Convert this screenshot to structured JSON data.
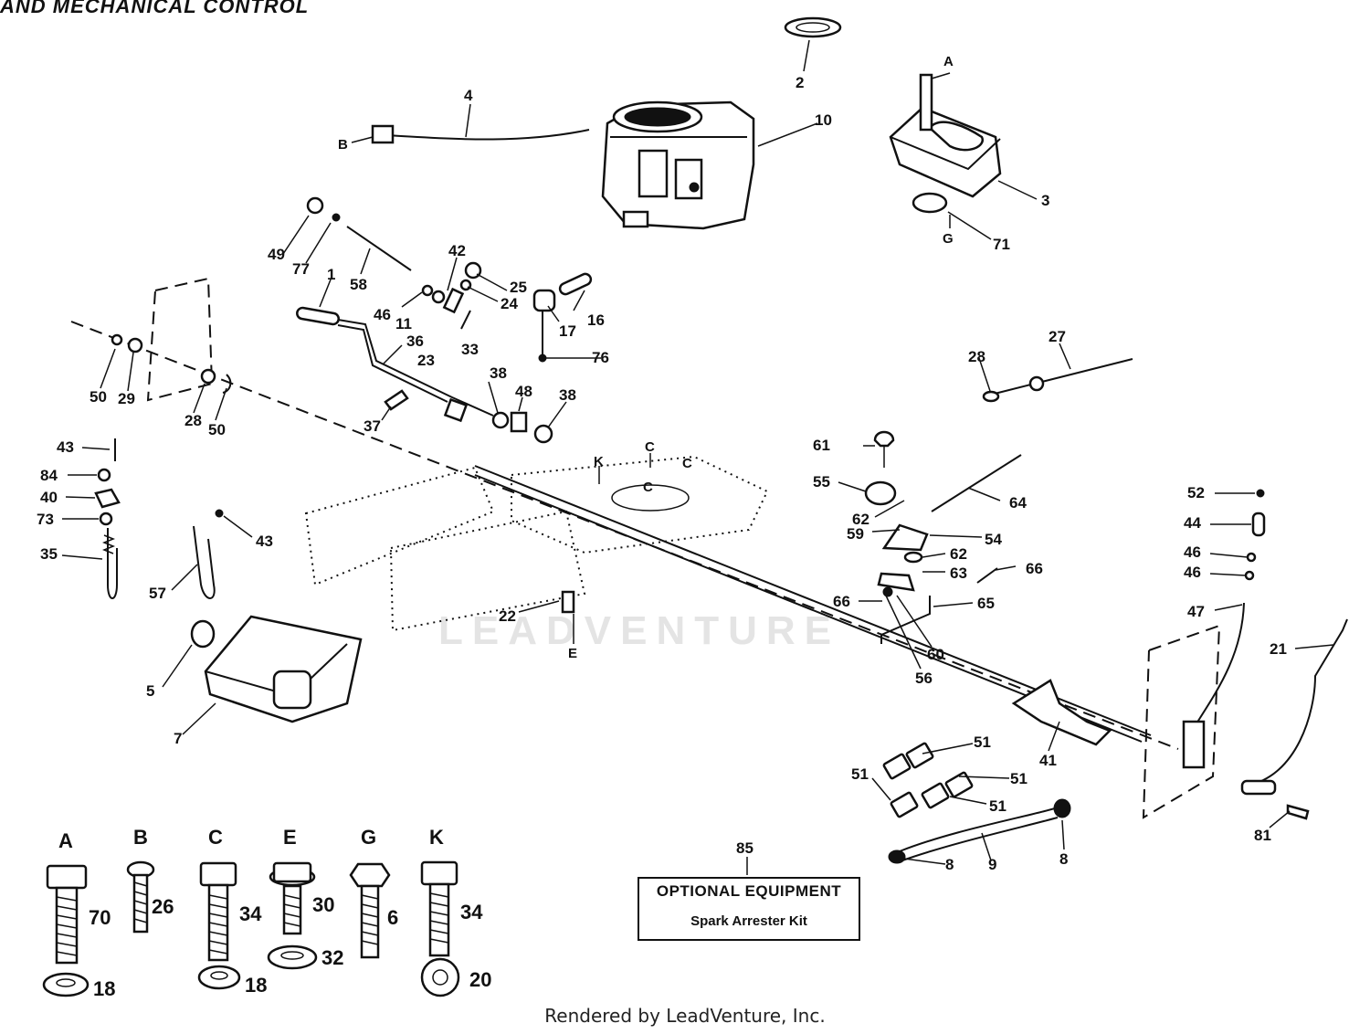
{
  "header_fragment": "AND MECHANICAL CONTROL",
  "watermark": "LEADVENTURE",
  "footer": "Rendered by LeadVenture, Inc.",
  "optional_box": {
    "title": "OPTIONAL EQUIPMENT",
    "kit": "Spark Arrester Kit"
  },
  "callouts": {
    "c1": "1",
    "c2": "2",
    "c3": "3",
    "c4": "4",
    "c5": "5",
    "c7": "7",
    "c8a": "8",
    "c8b": "8",
    "c9": "9",
    "c10": "10",
    "c11": "11",
    "c16": "16",
    "c17": "17",
    "c21": "21",
    "c22": "22",
    "c23": "23",
    "c24": "24",
    "c25": "25",
    "c27": "27",
    "c28a": "28",
    "c28b": "28",
    "c29": "29",
    "c33": "33",
    "c35": "35",
    "c36": "36",
    "c37": "37",
    "c38a": "38",
    "c38b": "38",
    "c40": "40",
    "c41": "41",
    "c42": "42",
    "c43a": "43",
    "c43b": "43",
    "c44": "44",
    "c46a": "46",
    "c46b": "46",
    "c46c": "46",
    "c47": "47",
    "c48": "48",
    "c49": "49",
    "c50a": "50",
    "c50b": "50",
    "c51a": "51",
    "c51b": "51",
    "c51c": "51",
    "c51d": "51",
    "c52": "52",
    "c54": "54",
    "c55": "55",
    "c56": "56",
    "c57": "57",
    "c58": "58",
    "c59": "59",
    "c60": "60",
    "c61": "61",
    "c62a": "62",
    "c62b": "62",
    "c63": "63",
    "c64": "64",
    "c65": "65",
    "c66a": "66",
    "c66b": "66",
    "c71": "71",
    "c73": "73",
    "c76": "76",
    "c77": "77",
    "c81": "81",
    "c84": "84",
    "c85": "85"
  },
  "letters": {
    "la": "A",
    "lb": "B",
    "lc1": "C",
    "lc2": "C",
    "lc3": "C",
    "le": "E",
    "lg": "G",
    "lk": "K"
  },
  "hardware": [
    {
      "letter": "A",
      "bolt": "70",
      "washer": "18"
    },
    {
      "letter": "B",
      "bolt": "26",
      "washer": ""
    },
    {
      "letter": "C",
      "bolt": "34",
      "washer": "18"
    },
    {
      "letter": "E",
      "bolt": "30",
      "washer": "32"
    },
    {
      "letter": "G",
      "bolt": "6",
      "washer": ""
    },
    {
      "letter": "K",
      "bolt": "34",
      "washer": "20"
    }
  ]
}
